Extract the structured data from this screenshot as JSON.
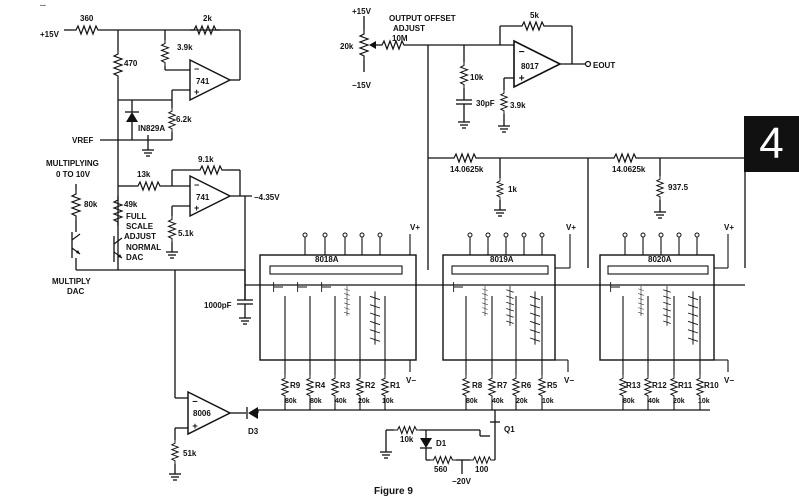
{
  "header_fragment": "...",
  "section_badge": "4",
  "figure_caption": "Figure 9",
  "supplies": {
    "pos15_top": "+15V",
    "neg15": "−15V",
    "pos15_left": "+15V",
    "neg4_35": "−4.35V",
    "neg20": "−20V",
    "vref": "VREF",
    "vplus": "V+",
    "vminus": "V−"
  },
  "offset": {
    "line1": "OUTPUT OFFSET",
    "line2": "ADJUST",
    "r_value": "10M",
    "pot": "20k",
    "r_out": "10k",
    "cap": "30pF",
    "r_gnd": "3.9k",
    "feedback": "5k",
    "amp": "8017",
    "eout": "EOUT"
  },
  "ref_section": {
    "r_in": "360",
    "r_fb": "2k",
    "r_top": "3.9k",
    "r_470": "470",
    "amp": "741",
    "zener": "IN829A",
    "r_62": "6.2k"
  },
  "multiply": {
    "line1": "MULTIPLYING",
    "line2": "0 TO 10V",
    "r_80": "80k",
    "r_49": "49k",
    "dac": "MULTIPLY\nDAC",
    "dac1": "MULTIPLY",
    "dac2": "DAC",
    "fs1": "FULL",
    "fs2": "SCALE",
    "fs3": "ADJUST",
    "n1": "NORMAL",
    "n2": "DAC"
  },
  "second_amp": {
    "r_fb": "9.1k",
    "r_in": "13k",
    "amp": "741",
    "r_gnd": "5.1k"
  },
  "ladder": {
    "r1": "14.0625k",
    "r2": "14.0625k",
    "r_1k": "1k",
    "r_937": "937.5",
    "cap": "1000pF"
  },
  "chips": [
    {
      "name": "8018A",
      "resistors": [
        "R9",
        "R4",
        "R3",
        "R2",
        "R1"
      ],
      "values": [
        "80k",
        "80k",
        "40k",
        "20k",
        "10k"
      ]
    },
    {
      "name": "8019A",
      "resistors": [
        "R8",
        "R7",
        "R6",
        "R5"
      ],
      "values": [
        "80k",
        "40k",
        "20k",
        "10k"
      ]
    },
    {
      "name": "8020A",
      "resistors": [
        "R13",
        "R12",
        "R11",
        "R10"
      ],
      "values": [
        "80k",
        "40k",
        "20k",
        "10k"
      ]
    }
  ],
  "bottom": {
    "amp": "8006",
    "r_gnd": "51k",
    "d3": "D3",
    "d1": "D1",
    "q1": "Q1",
    "r_10k": "10k",
    "r_560": "560",
    "r_100": "100"
  }
}
